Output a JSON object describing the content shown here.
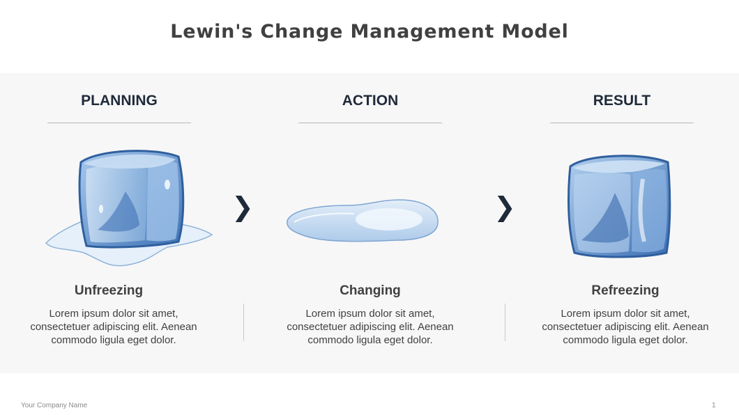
{
  "title": "Lewin's Change Management Model",
  "stages": [
    {
      "header": "PLANNING",
      "name": "Unfreezing",
      "description": "Lorem ipsum dolor sit amet, consectetuer adipiscing elit.  Aenean commodo ligula eget dolor.",
      "icon": "melting-ice-cube-icon"
    },
    {
      "header": "ACTION",
      "name": "Changing",
      "description": "Lorem ipsum dolor sit amet, consectetuer adipiscing elit.  Aenean commodo ligula eget dolor.",
      "icon": "water-puddle-icon"
    },
    {
      "header": "RESULT",
      "name": "Refreezing",
      "description": "Lorem ipsum dolor sit amet, consectetuer adipiscing elit.  Aenean commodo ligula eget dolor.",
      "icon": "ice-cube-icon"
    }
  ],
  "arrow_glyph": "❯",
  "footer": {
    "company": "Your Company  Name",
    "page_number": "1"
  },
  "colors": {
    "panel_bg": "#f7f7f7",
    "header_text": "#1f2a3a",
    "ice_blue": "#6f9ccf",
    "ice_dark": "#3d6fb0"
  }
}
